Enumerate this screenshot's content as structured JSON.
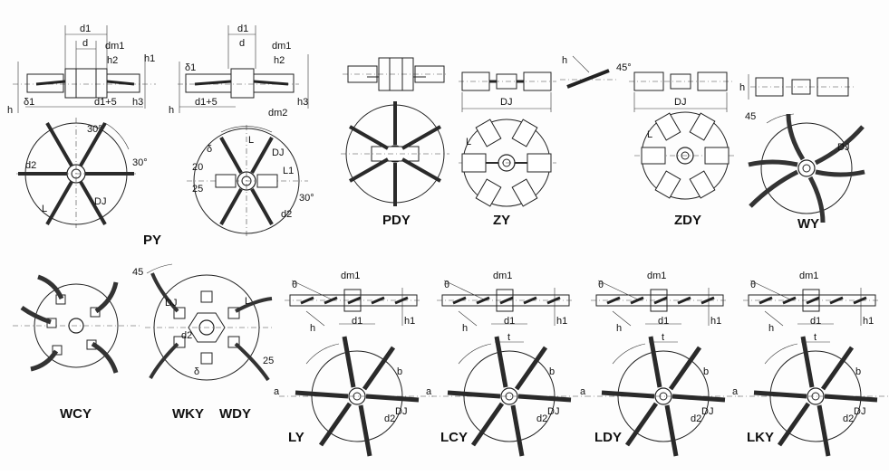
{
  "diagrams": [
    {
      "id": "PY",
      "label": "PY",
      "dims": [
        "d1",
        "d",
        "dm1",
        "h2",
        "h1",
        "h",
        "δ1",
        "d1+5",
        "h3",
        "30°",
        "30°",
        "d2",
        "L",
        "DJ"
      ]
    },
    {
      "id": "PY2",
      "label": "",
      "dims": [
        "d1",
        "d",
        "dm1",
        "h2",
        "δ1",
        "h",
        "d1+5",
        "dm2",
        "h3",
        "δ",
        "L",
        "DJ",
        "L1",
        "20",
        "25",
        "30°",
        "d2"
      ]
    },
    {
      "id": "PDY",
      "label": "PDY",
      "dims": []
    },
    {
      "id": "ZY",
      "label": "ZY",
      "dims": [
        "DJ",
        "L"
      ]
    },
    {
      "id": "H45",
      "label": "",
      "dims": [
        "h",
        "45°"
      ]
    },
    {
      "id": "ZDY",
      "label": "ZDY",
      "dims": [
        "DJ",
        "L"
      ]
    },
    {
      "id": "WY",
      "label": "WY",
      "dims": [
        "h",
        "45",
        "DJ"
      ]
    },
    {
      "id": "WCY",
      "label": "WCY",
      "dims": []
    },
    {
      "id": "WKY",
      "label": "WKY",
      "dims": [
        "45",
        "DJ",
        "L",
        "d2",
        "25",
        "δ"
      ]
    },
    {
      "id": "WDY",
      "label": "WDY",
      "dims": []
    },
    {
      "id": "LY",
      "label": "LY",
      "dims": [
        "θ",
        "dm1",
        "h",
        "d1",
        "h1",
        "b",
        "a",
        "DJ",
        "d2"
      ]
    },
    {
      "id": "LCY",
      "label": "LCY",
      "dims": [
        "θ",
        "dm1",
        "h",
        "d1",
        "h1",
        "t",
        "b",
        "a",
        "d2",
        "DJ"
      ]
    },
    {
      "id": "LDY",
      "label": "LDY",
      "dims": [
        "θ",
        "dm1",
        "h",
        "d1",
        "h1",
        "t",
        "b",
        "a",
        "d2",
        "DJ"
      ]
    },
    {
      "id": "LKY",
      "label": "LKY",
      "dims": [
        "θ",
        "dm1",
        "h",
        "d1",
        "h1",
        "b",
        "a",
        "DJ",
        "d2",
        "t"
      ]
    }
  ]
}
